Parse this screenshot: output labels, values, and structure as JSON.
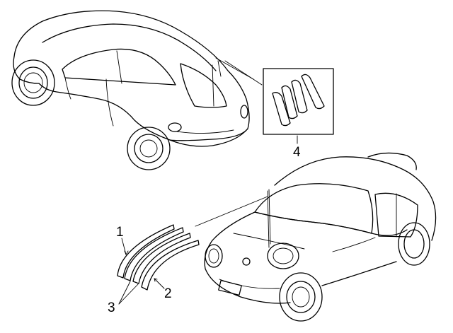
{
  "callouts": {
    "one": "1",
    "two": "2",
    "three": "3",
    "four": "4"
  },
  "colors": {
    "line": "#000000",
    "background": "#ffffff"
  }
}
